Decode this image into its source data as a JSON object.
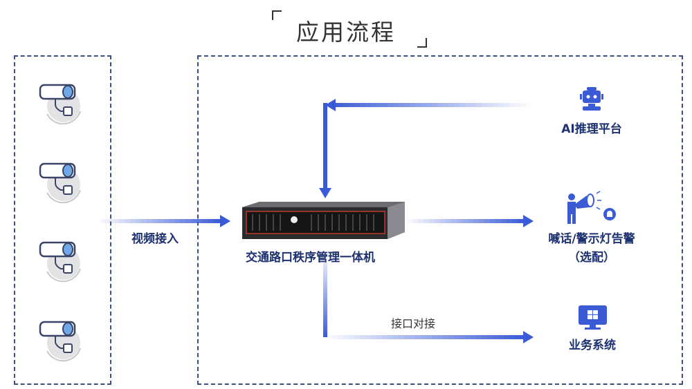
{
  "title": "应用流程",
  "input_label": "视频接入",
  "device_label": "交通路口秩序管理一体机",
  "interface_label": "接口对接",
  "outputs": [
    {
      "label": "AI推理平台",
      "icon": "robot-icon"
    },
    {
      "label": "喊话/警示灯告警",
      "sub": "（选配）",
      "icon": "megaphone-icon"
    },
    {
      "label": "业务系统",
      "icon": "monitor-windows-icon"
    }
  ],
  "colors": {
    "arrow": "#3b5bd6",
    "text": "#1d3170",
    "dash": "#3b4f80"
  }
}
